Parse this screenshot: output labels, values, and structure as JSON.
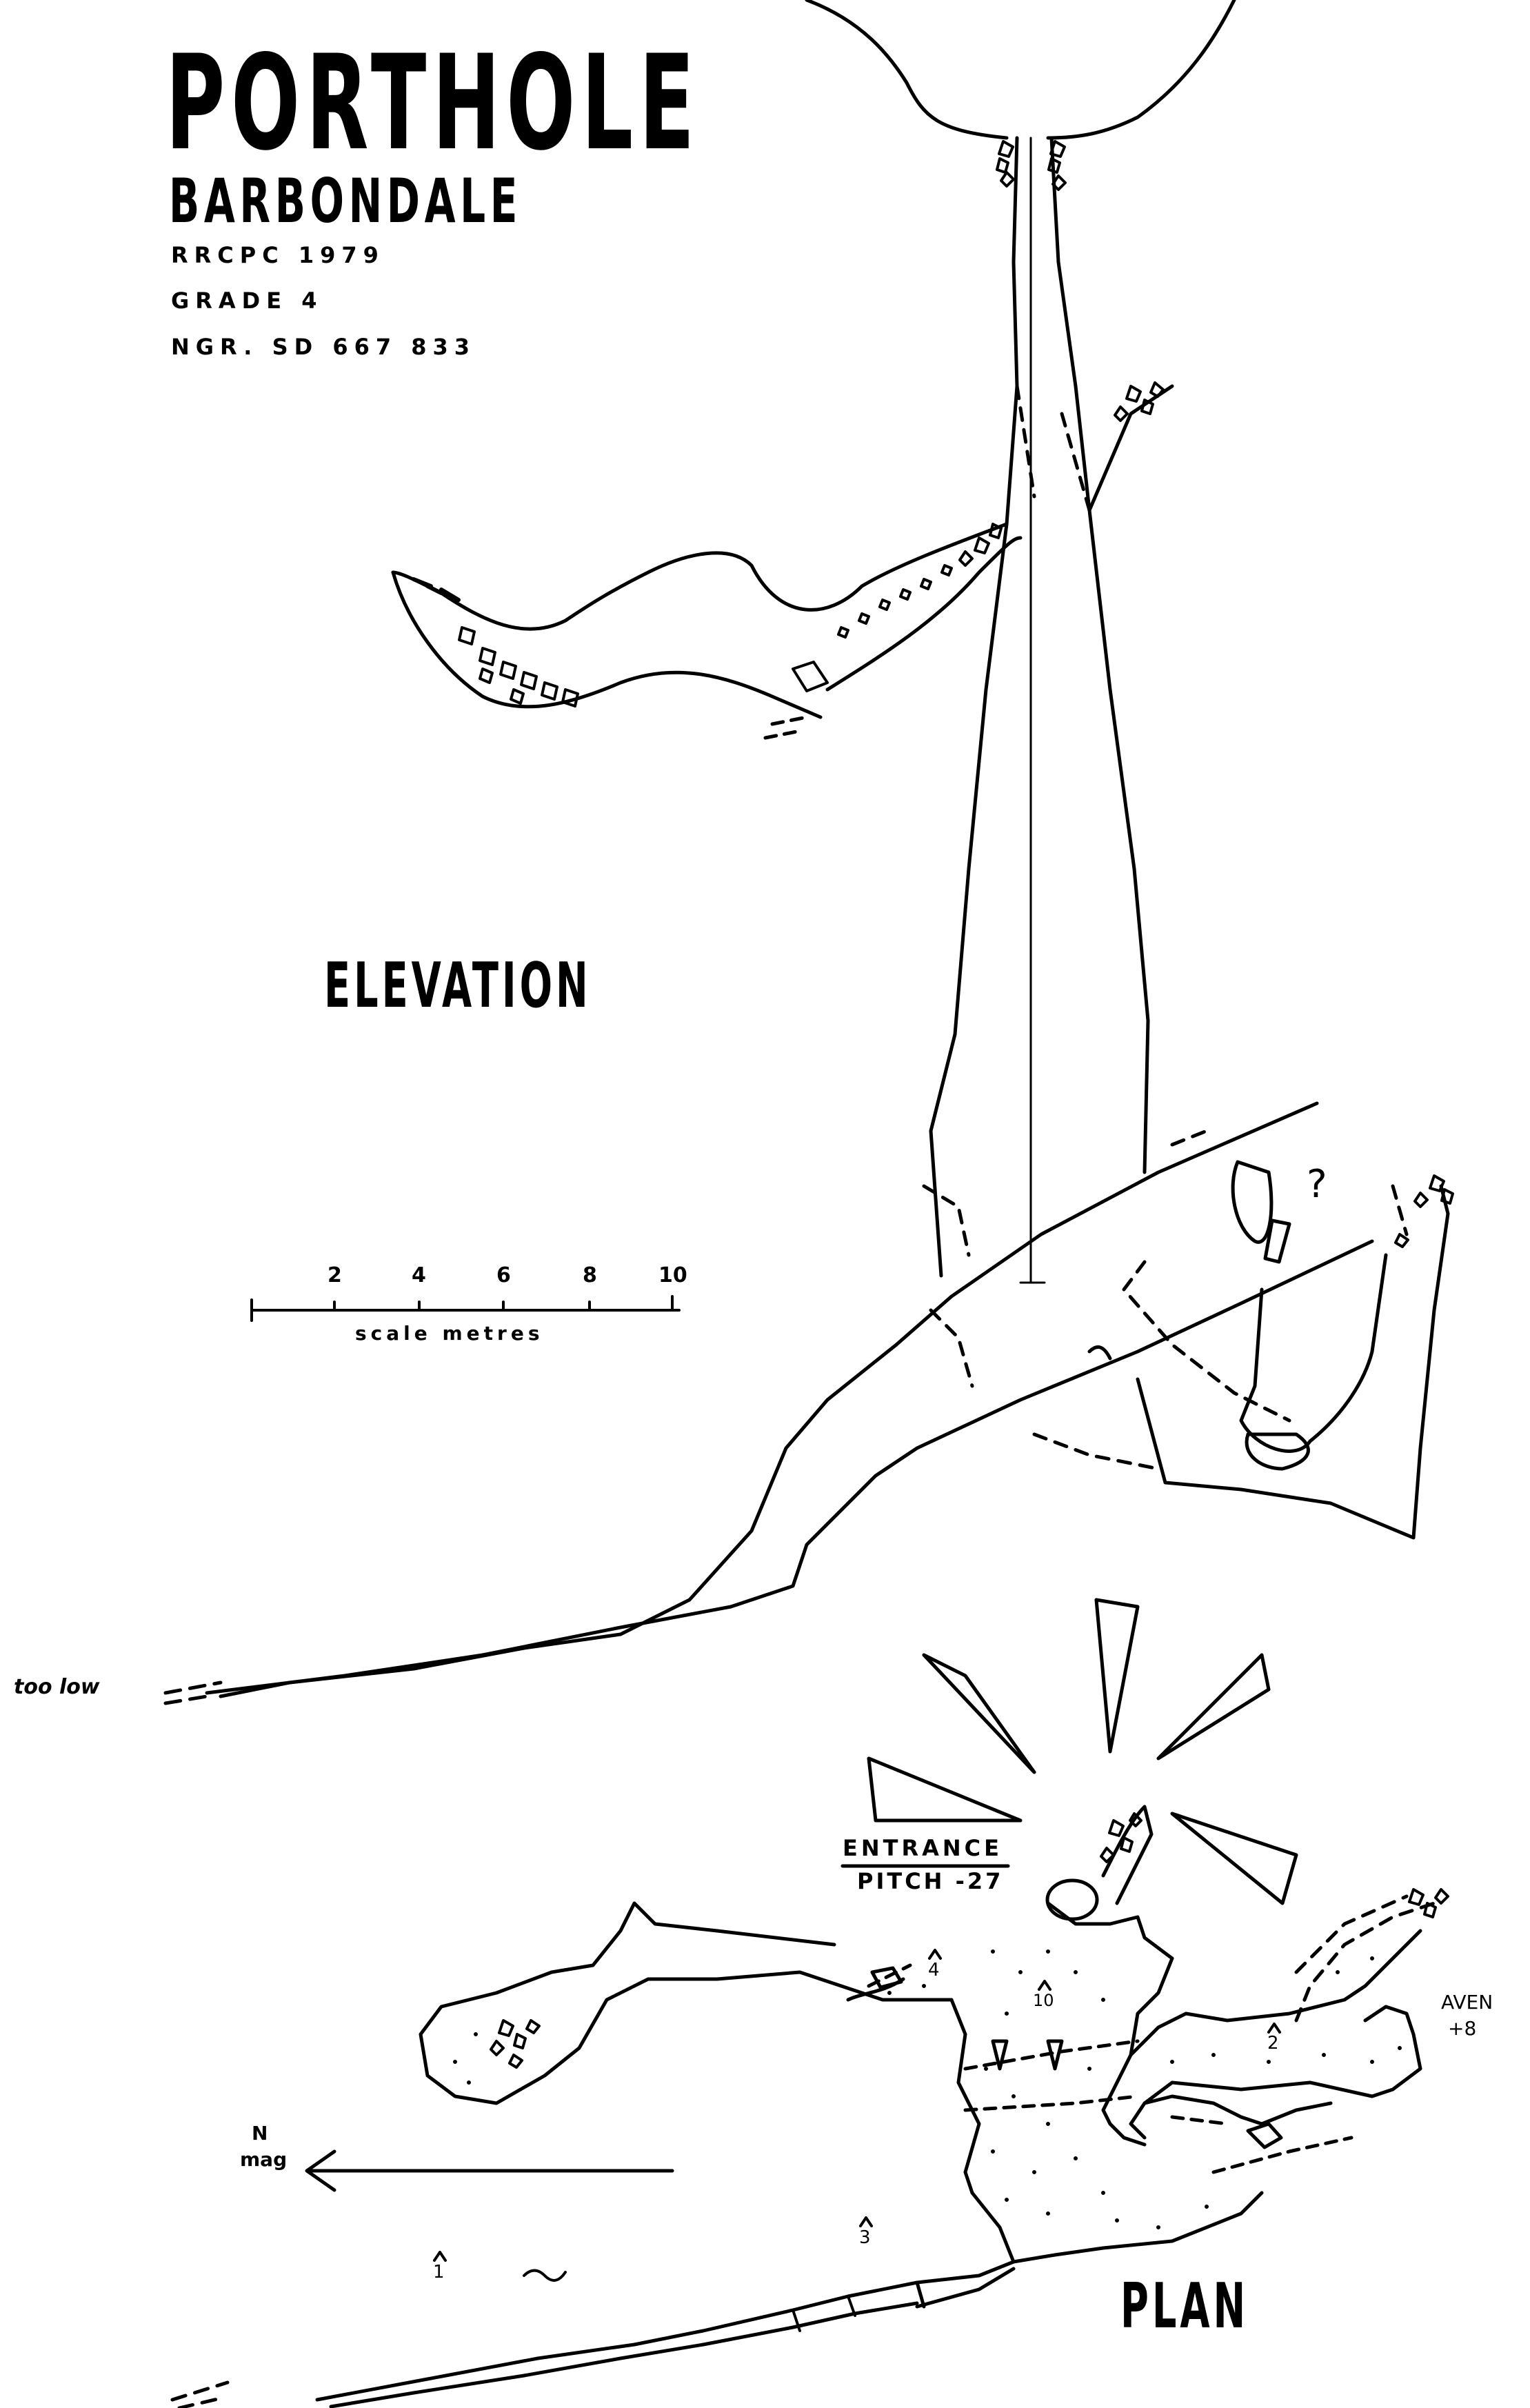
{
  "title": "PORTHOLE",
  "subtitle": "BARBONDALE",
  "meta": [
    "RRCPC   1979",
    "GRADE  4",
    "NGR. SD 667 833"
  ],
  "elevation_label": "ELEVATION",
  "plan_label": "PLAN",
  "scale": {
    "ticks": [
      "2",
      "4",
      "6",
      "8",
      "10"
    ],
    "caption": "scale  metres"
  },
  "question_mark": "?",
  "too_low": "too low",
  "entrance_label": "ENTRANCE",
  "pitch_label": "PITCH -27",
  "aven_label": "AVEN",
  "aven_height": "+8",
  "north": {
    "n": "N",
    "mag": "mag"
  },
  "survey_stations": [
    "1",
    "2",
    "3",
    "4",
    "10"
  ],
  "colors": {
    "ink": "#000000",
    "paper": "#ffffff"
  }
}
